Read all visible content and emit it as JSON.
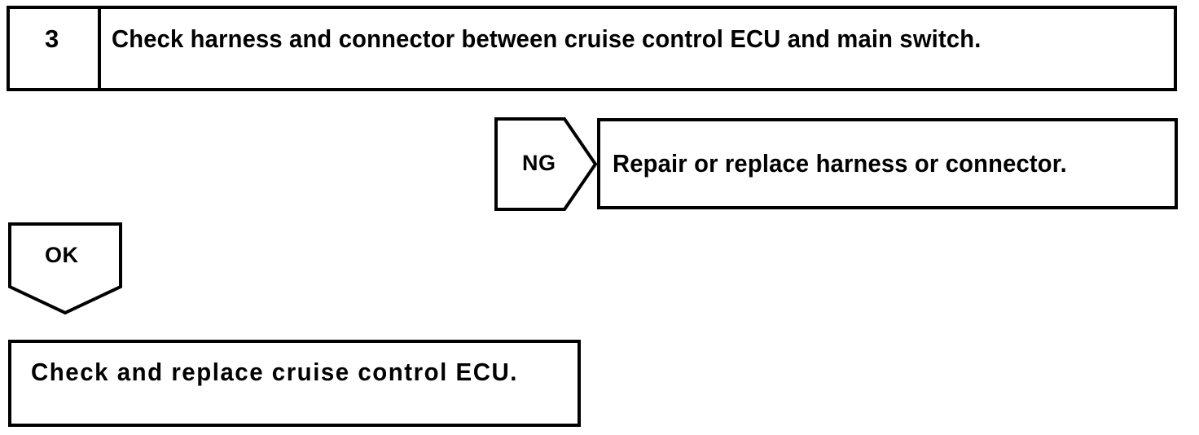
{
  "diagram": {
    "title": "Cruise control ECU troubleshooting step 3",
    "stroke_color": "#000000",
    "background_color": "#ffffff",
    "text_color": "#000000"
  },
  "step_box": {
    "number": "3",
    "instruction": "Check harness and connector between cruise control ECU and main switch."
  },
  "ng_branch": {
    "label": "NG",
    "result": "Repair or replace harness or connector."
  },
  "ok_branch": {
    "label": "OK",
    "result": "Check and replace cruise control ECU."
  }
}
